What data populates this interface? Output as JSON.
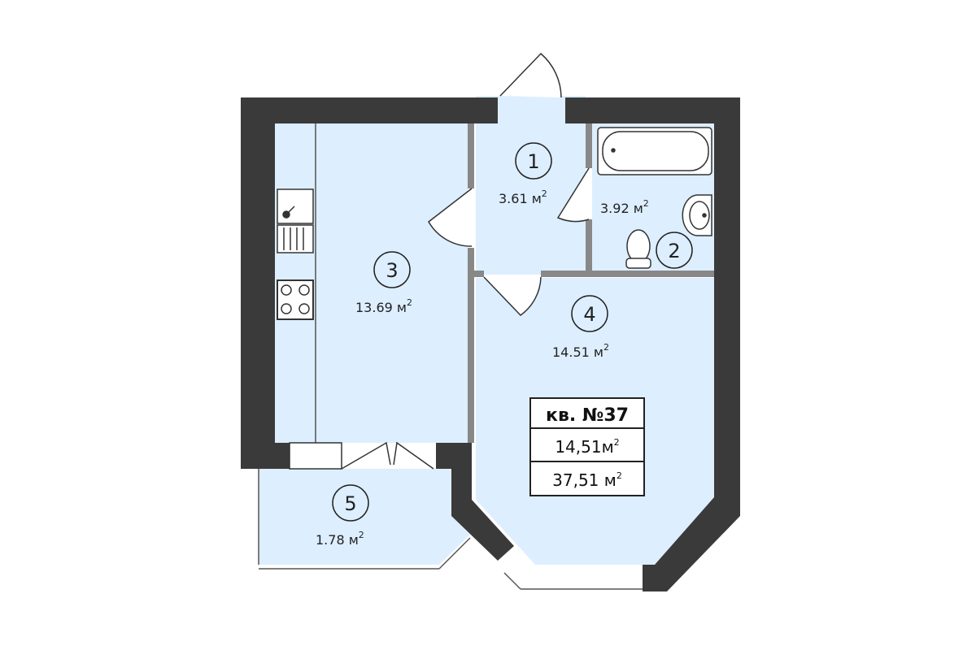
{
  "plan": {
    "colors": {
      "wall": "#3a3a3a",
      "floor": "#ddeeff",
      "line": "#555555"
    },
    "rooms": [
      {
        "number": "1",
        "area": "3.61 м",
        "unit_power": "2"
      },
      {
        "number": "2",
        "area": "3.92 м",
        "unit_power": "2"
      },
      {
        "number": "3",
        "area": "13.69 м",
        "unit_power": "2"
      },
      {
        "number": "4",
        "area": "14.51 м",
        "unit_power": "2"
      },
      {
        "number": "5",
        "area": "1.78 м",
        "unit_power": "2"
      }
    ],
    "card": {
      "title": "кв. №37",
      "living_area": "14,51м",
      "living_power": "2",
      "total_area": "37,51 м",
      "total_power": "2"
    }
  }
}
